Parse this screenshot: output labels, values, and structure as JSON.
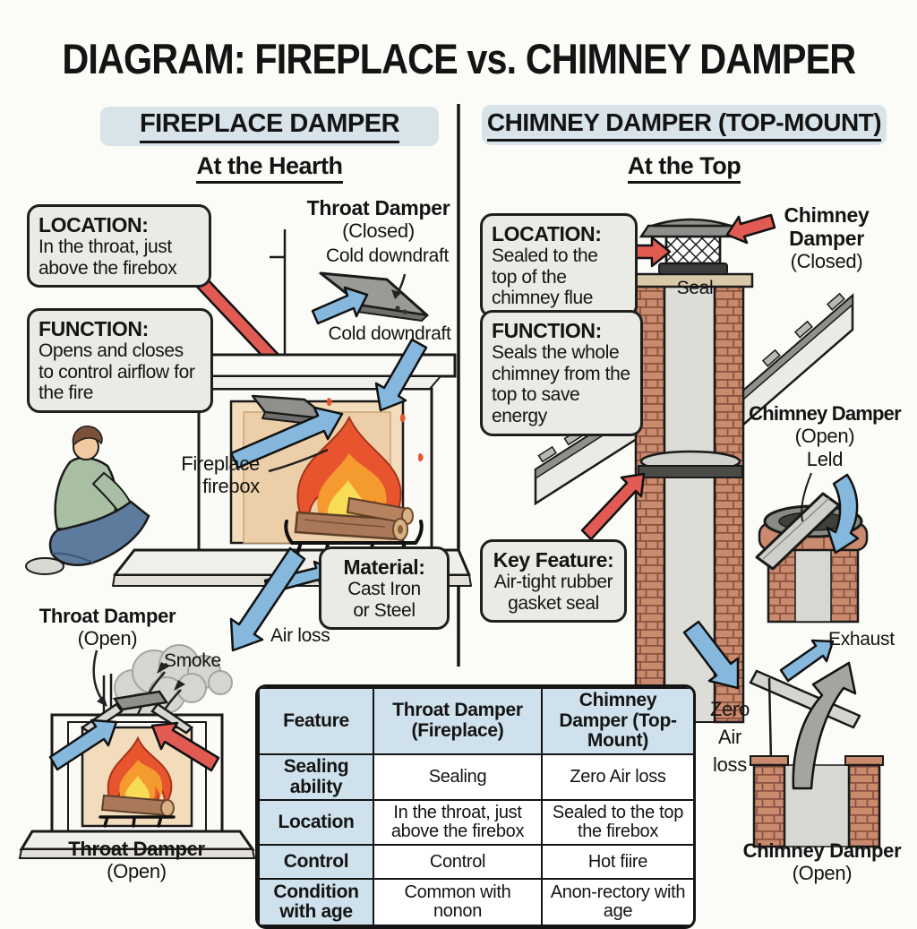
{
  "title": "DIAGRAM: FIREPLACE vs. CHIMNEY DAMPER",
  "left": {
    "header": "FIREPLACE DAMPER",
    "subheader": "At the Hearth",
    "location_label": "LOCATION:",
    "location_text": "In the throat, just above the firebox",
    "function_label": "FUNCTION:",
    "function_text": "Opens and closes to control airflow for the fire",
    "throat_damper_title": "Throat Damper",
    "throat_damper_state_closed": "(Closed)",
    "cold_downdraft_upper": "Cold downdraft",
    "cold_downdraft_lower": "Cold downdraft",
    "firebox_label_line1": "Fireplace",
    "firebox_label_line2": "firebox",
    "material_label": "Material:",
    "material_line1": "Cast Iron",
    "material_line2": "or Steel",
    "air_loss": "Air loss",
    "open_damper_title": "Throat Damper",
    "open_damper_state": "(Open)",
    "smoke": "Smoke",
    "caption_title": "Throat Damper",
    "caption_state": "(Open)"
  },
  "right": {
    "header": "CHIMNEY DAMPER (TOP-MOUNT)",
    "subheader": "At the Top",
    "location_label": "LOCATION:",
    "location_text": "Sealed to the top of the chimney flue",
    "function_label": "FUNCTION:",
    "function_text": "Seals the whole chimney from the top to save energy",
    "closed_title": "Chimney Damper",
    "closed_state": "(Closed)",
    "seal": "Seal",
    "open_title": "Chimney Damper",
    "open_state": "(Open)",
    "lid_label": "Leld",
    "key_feature_label": "Key Feature:",
    "key_feature_text": "Air-tight rubber gasket seal",
    "exhaust": "Exhaust",
    "zero_line1": "Zero",
    "zero_line2": "Air",
    "zero_line3": "loss",
    "caption_title": "Chimney Damper",
    "caption_state": "(Open)"
  },
  "table": {
    "headers": [
      "Feature",
      "Throat Damper (Fireplace)",
      "Chimney Damper (Top-Mount)"
    ],
    "rows": [
      [
        "Sealing ability",
        "Sealing",
        "Zero Air loss"
      ],
      [
        "Location",
        "In the throat, just above the firebox",
        "Sealed to the top the firebox"
      ],
      [
        "Control",
        "Control",
        "Hot fiire"
      ],
      [
        "Condition with age",
        "Common with nonon",
        "Anon-rectory with age"
      ]
    ]
  },
  "colors": {
    "blue_arrow": "#85b8dc",
    "red_arrow": "#e25b52",
    "header_pill_bg": "#d8e3ea",
    "callout_bg": "#ebebe6",
    "table_header_bg": "#cfe1ec",
    "brick": "#c98a6e",
    "flue_gray": "#dedcd6"
  }
}
